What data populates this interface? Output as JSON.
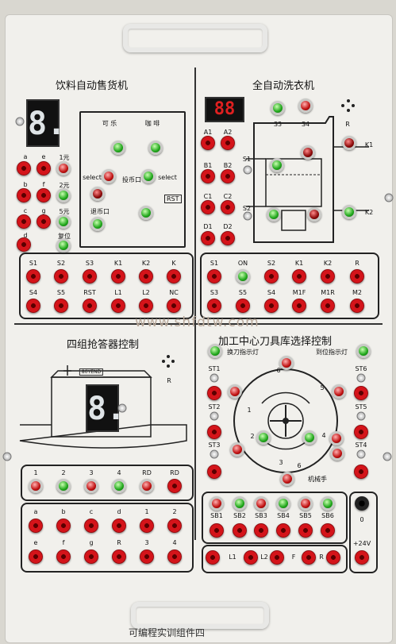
{
  "sections": {
    "vending": {
      "title": "饮料自动售货机",
      "display": "8.",
      "labels": {
        "cola": "可 乐",
        "coffee": "咖 啡",
        "select_left": "select",
        "select_right": "select",
        "coin_slot": "投币口",
        "rst": "RST",
        "dispense": "退币口"
      },
      "left_labels": [
        "a",
        "e",
        "1元",
        "b",
        "f",
        "2元",
        "c",
        "g",
        "5元",
        "d",
        "复位"
      ],
      "row1": [
        "S1",
        "S2",
        "S3",
        "K1",
        "K2",
        "K"
      ],
      "row2": [
        "S4",
        "S5",
        "RST",
        "L1",
        "L2",
        "NC"
      ]
    },
    "washer": {
      "title": "全自动洗衣机",
      "display": "88",
      "labels": {
        "s3": "S3",
        "s4": "S4",
        "r": "R",
        "k1": "K1",
        "k2": "K2",
        "s1": "S1",
        "s2": "S2"
      },
      "left_labels": [
        "A1",
        "A2",
        "B1",
        "B2",
        "C1",
        "C2",
        "D1",
        "D2"
      ],
      "row1": [
        "S1",
        "ON",
        "S2",
        "K1",
        "K2",
        "R"
      ],
      "row2": [
        "S3",
        "S5",
        "S4",
        "M1F",
        "M1R",
        "M2"
      ]
    },
    "quiz": {
      "title": "四组抢答器控制",
      "display": "8.",
      "r": "R",
      "badge": "80YEND",
      "row1": [
        "1",
        "2",
        "3",
        "4",
        "RD",
        "RD"
      ],
      "row2": [
        "a",
        "b",
        "c",
        "d",
        "1",
        "2"
      ],
      "row3": [
        "e",
        "f",
        "g",
        "R",
        "3",
        "4"
      ]
    },
    "tool": {
      "title": "加工中心刀具库选择控制",
      "lamp1": "换刀指示灯",
      "lamp2": "到位指示灯",
      "left": [
        "ST1",
        "ST2",
        "ST3"
      ],
      "right": [
        "ST6",
        "ST5",
        "ST4"
      ],
      "robot": "机械手",
      "nums": [
        "6",
        "5",
        "4",
        "3",
        "2",
        "1",
        "6"
      ],
      "sb": [
        "SB1",
        "SB2",
        "SB3",
        "SB4",
        "SB5",
        "SB6"
      ],
      "bottom": [
        "L1",
        "L2",
        "F",
        "R"
      ],
      "power": [
        "0",
        "+24V"
      ]
    }
  },
  "watermark": "www.shfdtw.com",
  "footer": "可编程实训组件四"
}
